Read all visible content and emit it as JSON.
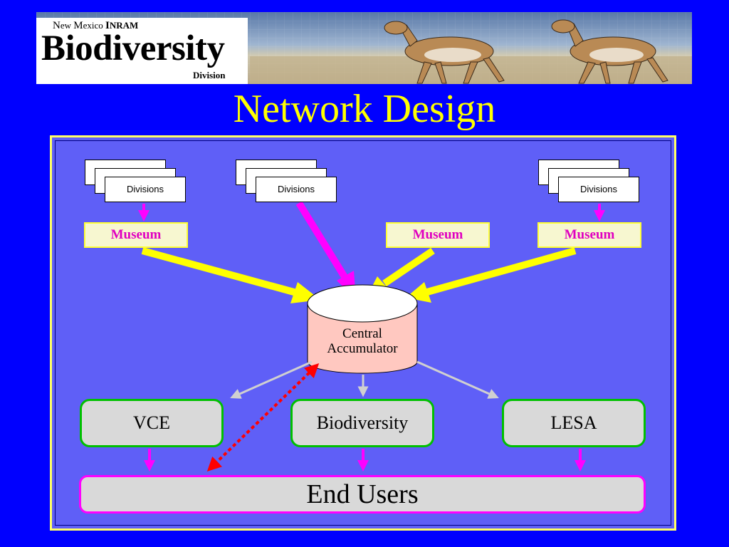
{
  "logo": {
    "line1_prefix_N": "N",
    "line1_prefix": "ew ",
    "line1_mid_M": "M",
    "line1_mid": "exico ",
    "line1_org_I": "I",
    "line1_org": "NRAM",
    "main": "Biodiversity",
    "sub": "Division"
  },
  "title": "Network Design",
  "diagram": {
    "divisions": [
      {
        "label": "Divisions"
      },
      {
        "label": "Divisions"
      },
      {
        "label": "Divisions"
      }
    ],
    "museums": [
      {
        "label": "Museum"
      },
      {
        "label": "Museum"
      },
      {
        "label": "Museum"
      }
    ],
    "accumulator": {
      "line1": "Central",
      "line2": "Accumulator"
    },
    "nodes": [
      {
        "label": "VCE"
      },
      {
        "label": "Biodiversity"
      },
      {
        "label": "LESA"
      }
    ],
    "end_users": "End Users"
  },
  "colors": {
    "background": "#0000ff",
    "title": "#ffff00",
    "frame_fill": "#5f5ff7",
    "arrow_yellow": "#ffff00",
    "arrow_magenta": "#ff00ff",
    "node_border": "#00c000",
    "accumulator_fill": "#ffc8c0",
    "dotted_arrow": "#ff0000"
  }
}
